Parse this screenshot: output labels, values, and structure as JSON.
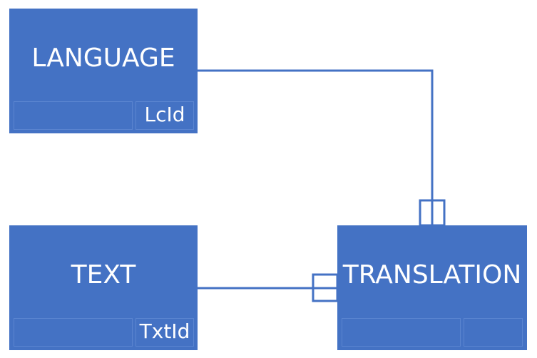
{
  "diagram": {
    "line_color": "#4472c4",
    "box_color": "#4472c4",
    "text_color": "#ffffff",
    "entities": {
      "language": {
        "title": "LANGUAGE",
        "key": "LcId"
      },
      "text": {
        "title": "TEXT",
        "key": "TxtId"
      },
      "translation": {
        "title": "TRANSLATION",
        "key": ""
      }
    }
  }
}
